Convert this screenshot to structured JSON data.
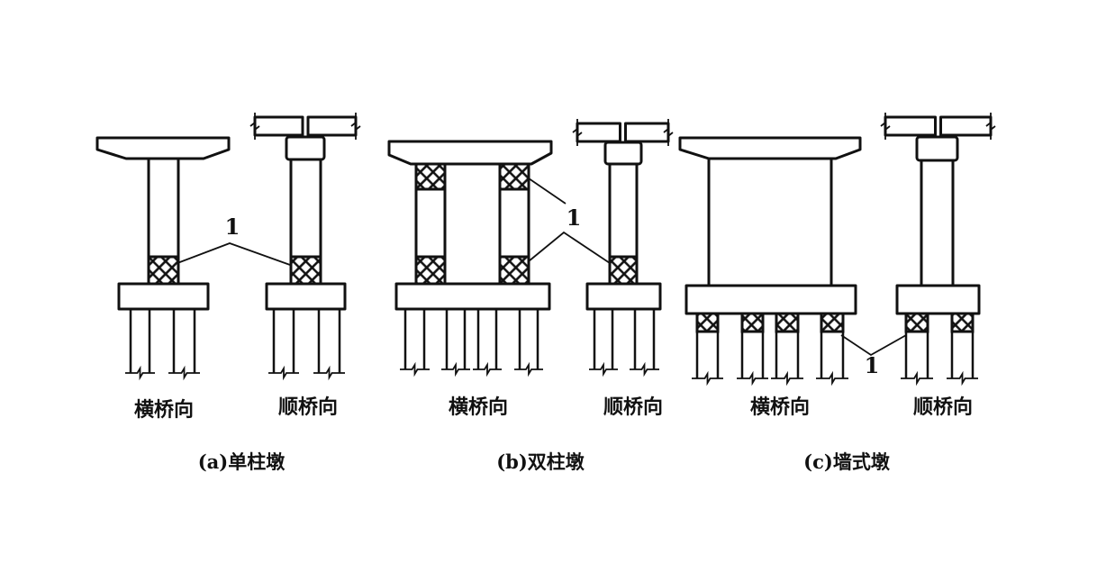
{
  "diagram": {
    "marker_label": "1",
    "panels": [
      {
        "id": "a",
        "caption": "(a)单柱墩",
        "views": [
          "横桥向",
          "顺桥向"
        ]
      },
      {
        "id": "b",
        "caption": "(b)双柱墩",
        "views": [
          "横桥向",
          "顺桥向"
        ]
      },
      {
        "id": "c",
        "caption": "(c)墙式墩",
        "views": [
          "横桥向",
          "顺桥向"
        ]
      }
    ]
  }
}
